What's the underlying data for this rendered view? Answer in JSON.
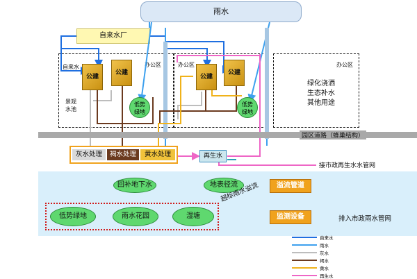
{
  "title_box": "雨水",
  "tap_water_plant": "自来水厂",
  "zones": {
    "left_label_tap": "自来水",
    "office_label": "办公区",
    "office2_label": "办公区",
    "office3_label": "办公区",
    "right_text": [
      "绿化浇洒",
      "生态补水",
      "其他用途"
    ]
  },
  "buildings": [
    "公建",
    "公建",
    "公建",
    "公建"
  ],
  "landscape_pool": [
    "景观",
    "水池"
  ],
  "low_green_1": [
    "低势",
    "绿地"
  ],
  "low_green_2": [
    "低势",
    "绿地"
  ],
  "road_label": "园区道路（蜂巢结构）",
  "treatment": {
    "gray": "灰水处理",
    "brown": "褐水处理",
    "yellow": "黄水处理",
    "reclaimed": "再生水"
  },
  "connect_reclaimed": "接市政再生水水管网",
  "bottom": {
    "groundwater": "回补地下水",
    "surface_runoff": "地表径流",
    "runoff_pipe": "溢流管道",
    "low_green": "低势绿地",
    "rain_garden": "雨水花园",
    "wetland": "湿塘",
    "overflow_label": "超标雨水溢流",
    "monitor": "监测设备",
    "discharge": "排入市政雨水管网"
  },
  "legend": [
    {
      "name": "自来水",
      "color": "#1f6fe0"
    },
    {
      "name": "雨水",
      "color": "#3da0ee"
    },
    {
      "name": "灰水",
      "color": "#bdbdbd"
    },
    {
      "name": "褐水",
      "color": "#6b3a1f"
    },
    {
      "name": "黄水",
      "color": "#f0b21a"
    },
    {
      "name": "再生水",
      "color": "#ee66c6"
    }
  ],
  "colors": {
    "tap": "#1f6fe0",
    "rain": "#3da0ee",
    "gray": "#bdbdbd",
    "brown": "#6b3a1f",
    "yellow": "#f0b21a",
    "reclaimed": "#ee66c6",
    "green": "#5fd86f",
    "orange": "#f0a21d"
  }
}
